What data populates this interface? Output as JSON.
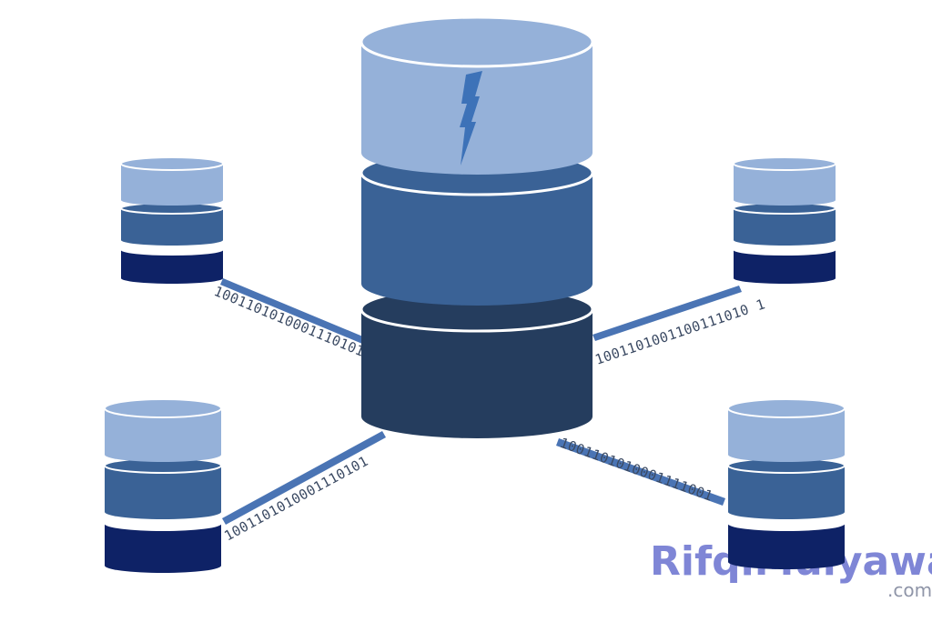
{
  "colors": {
    "light": "#95b1d9",
    "mid": "#3a6296",
    "dark": "#253d5e",
    "navy": "#0e2266",
    "line": "#4a74b4",
    "bolt": "#3d72b8",
    "watermark_main": "#7f86d6",
    "watermark_sub": "#8f95a8"
  },
  "links": {
    "top_left": "1001101010001110101",
    "top_right": "1001101001100111010 1",
    "bottom_left": "1001101010001110101",
    "bottom_right": "1001101010001111001"
  },
  "watermark": {
    "main": "RifqiMulyawan",
    "sub": ".com"
  },
  "icons": {
    "bolt": "lightning-bolt-icon"
  }
}
